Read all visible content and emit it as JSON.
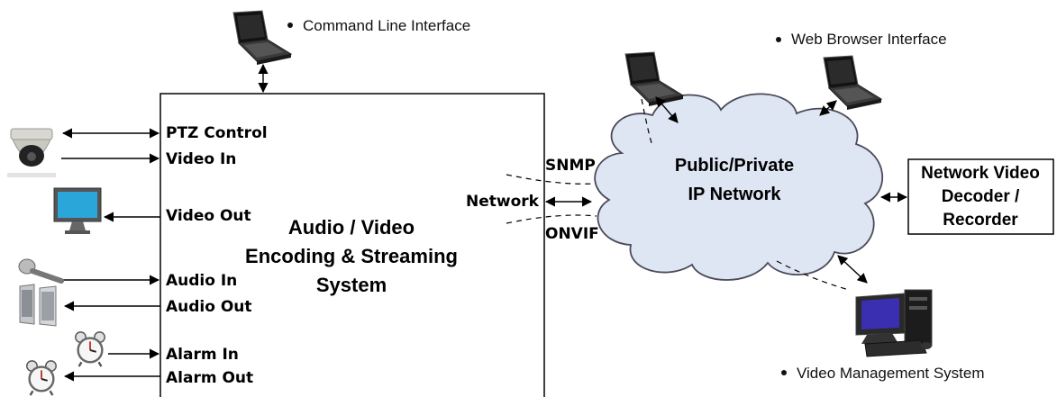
{
  "encoder": {
    "title_lines": [
      "Audio / Video",
      "Encoding & Streaming",
      "System"
    ],
    "ports": {
      "ptz_control": "PTZ Control",
      "video_in": "Video In",
      "video_out": "Video Out",
      "audio_in": "Audio In",
      "audio_out": "Audio Out",
      "alarm_in": "Alarm In",
      "alarm_out": "Alarm Out",
      "network": "Network"
    }
  },
  "protocols": {
    "snmp": "SNMP",
    "onvif": "ONVIF"
  },
  "cloud": {
    "lines": [
      "Public/Private",
      "IP Network"
    ]
  },
  "decoder": {
    "lines": [
      "Network Video",
      "Decoder /",
      "Recorder"
    ]
  },
  "interfaces": {
    "cli": "Command Line Interface",
    "web": "Web Browser Interface",
    "vms": "Video Management System"
  },
  "colors": {
    "cloud_fill": "#dfe6f3",
    "cloud_stroke": "#4a4a5a",
    "monitor_screen": "#2aa6d8",
    "vms_screen": "#3a2fb0"
  },
  "icons": [
    "laptop-icon",
    "ptz-camera-icon",
    "monitor-icon",
    "microphone-icon",
    "speaker-icon",
    "alarm-clock-icon",
    "desktop-computer-icon"
  ]
}
